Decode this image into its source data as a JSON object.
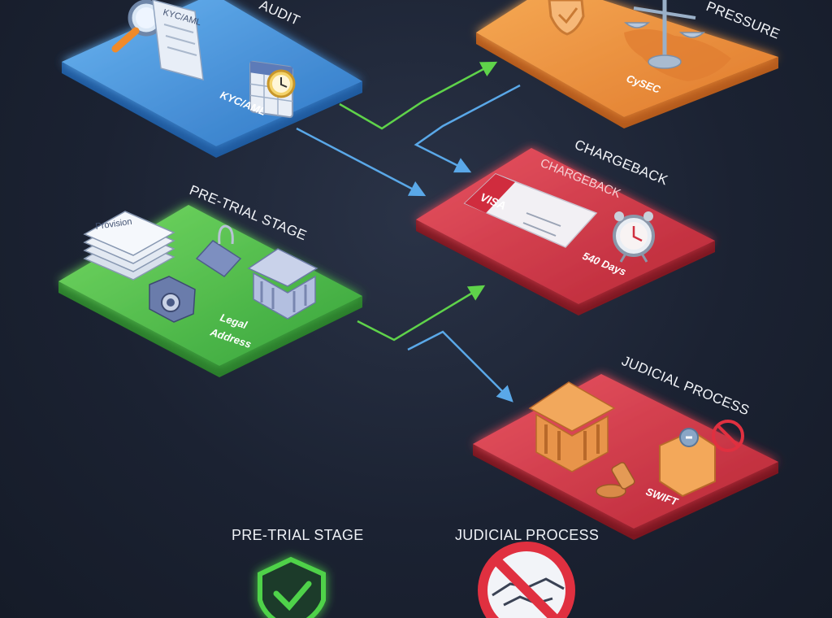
{
  "panels": {
    "audit": {
      "title": "AUDIT",
      "doc_label": "KYC/AML",
      "caption": "KYC/AML",
      "color": "#4a9be6"
    },
    "pressure": {
      "title": "PRESSURE",
      "caption": "CySEC",
      "color": "#ee9440"
    },
    "chargeback": {
      "title": "CHARGEBACK",
      "card_title": "CHARGEBACK",
      "card_brand": "VISA",
      "caption": "540 Days",
      "color": "#d43a48"
    },
    "pretrial": {
      "title": "PRE-TRIAL STAGE",
      "doc_label": "Provision",
      "caption_line1": "Legal",
      "caption_line2": "Address",
      "color": "#4fbe4a"
    },
    "judicial": {
      "title": "JUDICIAL PROCESS",
      "caption": "SWIFT",
      "color": "#cf3444"
    }
  },
  "legend": {
    "pretrial_label": "PRE-TRIAL STAGE",
    "judicial_label": "JUDICIAL PROCESS",
    "shield_color": "#4fd24a",
    "no_color": "#e03040"
  },
  "icons": {
    "audit": [
      "magnifier-icon",
      "document-icon",
      "calendar-icon",
      "clock-icon"
    ],
    "pressure": [
      "shield-icon",
      "scales-icon",
      "map-icon"
    ],
    "chargeback": [
      "credit-card-icon",
      "alarm-clock-icon"
    ],
    "pretrial": [
      "document-stack-icon",
      "paper-clip-icon",
      "camera-icon",
      "bank-building-icon"
    ],
    "judicial": [
      "courthouse-icon",
      "gavel-icon",
      "wallet-icon",
      "prohibited-icon"
    ]
  },
  "connector_colors": {
    "green": "#5fd34a",
    "blue": "#5aa8e8"
  }
}
